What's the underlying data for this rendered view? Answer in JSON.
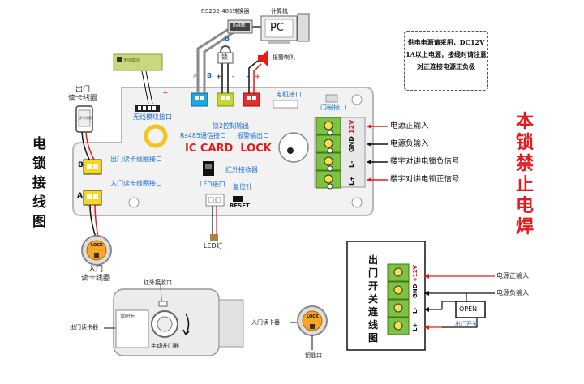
{
  "diagram_title_chars": [
    "电",
    "锁",
    "接",
    "线",
    "图"
  ],
  "exit_switch_title_chars": [
    "出",
    "门",
    "开",
    "关",
    "连",
    "线",
    "图"
  ],
  "warning_chars": [
    "本",
    "锁",
    "禁",
    "止",
    "电",
    "焊"
  ],
  "converter_label": "RS232-485转换器",
  "computer_label": "计算机",
  "pc_label": "PC",
  "rs485_chip": "Rs485",
  "wireless_module": "无线模块",
  "lock_icon_char": "锁",
  "alarm_label": "报警喇叭",
  "power_note": "供电电源请采用，DC12V 1A以上电源，接线时请注意对正连接电源正负极",
  "exit_reader_coil_top": "出门\n读卡线圈",
  "exit_reader_coil_bottom": "入门\n读卡线圈",
  "reader_face_small": "读卡线圈",
  "wireless_port": "无线模块接口",
  "rs485_port": "Rs485通信接口",
  "lock2_output": "锁2控制输出",
  "alarm_output": "报警输出口",
  "motor_port": "电机接口",
  "door_sensor_port": "门磁接口",
  "ic_card_lock": "IC CARD  LOCK",
  "exit_coil_port": "出门读卡线圈接口",
  "entry_coil_port": "入门读卡线圈接口",
  "ir_receiver": "红外接收器",
  "led_port": "LED接口",
  "reset_pin": "复位针",
  "reset": "RESET",
  "led_light": "LED灯",
  "letter_a": "A",
  "letter_b": "B",
  "sign_plus": "+",
  "sign_minus": "-",
  "terminals": [
    "12V",
    "GND",
    "L-",
    "L+"
  ],
  "terminal_desc": [
    "电源正输入",
    "电源负输入",
    "楼宇对讲电锁负信号",
    "楼宇对讲电锁正信号"
  ],
  "lock_body": {
    "ir_window": "红外接收口",
    "card_face": "请刷卡",
    "exit_reader": "出门读卡器",
    "manual_switch": "手动开门器",
    "entry_reader": "入门读卡器",
    "keyhole": "钥匙口",
    "lock_word": "LOCK"
  },
  "exit_switch": {
    "terminals": [
      "+12V",
      "GND",
      "L-",
      "L+"
    ],
    "power_pos": "电源正输入",
    "power_neg": "电源负输入",
    "open_label": "OPEN",
    "switch_label": "出门开关"
  },
  "colors": {
    "green_terminal": "#7ec241",
    "red": "#e21b1b",
    "blue": "#1a6fd6",
    "yellow": "#f7d61b",
    "cyan": "#1ea7e1"
  }
}
